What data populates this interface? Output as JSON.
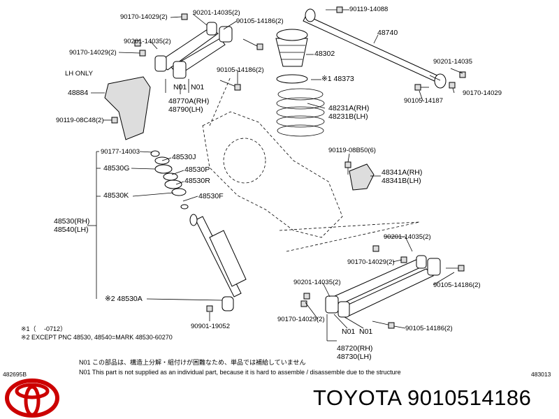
{
  "labels": {
    "p90170_14029_a": "90170-14029(2)",
    "p90201_14035_a": "90201-14035(2)",
    "p90105_14186_a": "90105-14186(2)",
    "p90119_14088": "90119-14088",
    "p48740": "48740",
    "p90201_14035_b": "90201-14035(2)",
    "p90170_14029_b": "90170-14029(2)",
    "p48302": "48302",
    "p90105_14186_b": "90105-14186(2)",
    "p148373": "※1 48373",
    "p90201_14035_c": "90201-14035",
    "p90170_14029_c": "90170-14029",
    "p90105_14187": "90105-14187",
    "lh_only": "LH ONLY",
    "p48884": "48884",
    "p90119_08c48": "90119-08C48(2)",
    "n01_a": "N01",
    "n01_b": "N01",
    "p48770": "48770A(RH)",
    "p48790": "48790(LH)",
    "p48231a": "48231A(RH)",
    "p48231b": "48231B(LH)",
    "p90177_14003": "90177-14003",
    "p48530j": "48530J",
    "p48530g": "48530G",
    "p48530p": "48530P",
    "p48530r": "48530R",
    "p48530k": "48530K",
    "p48530f": "48530F",
    "p90119_08b50": "90119-08B50(6)",
    "p48341a": "48341A(RH)",
    "p48341b": "48341B(LH)",
    "p48530rh": "48530(RH)",
    "p48540lh": "48540(LH)",
    "p90201_14035_d": "90201-14035(2)",
    "p90170_14029_d": "90170-14029(2)",
    "p90105_14186_c": "90105-14186(2)",
    "p90201_14035_e": "90201-14035(2)",
    "p248530a": "※2 48530A",
    "p90170_14029_e": "90170-14029(2)",
    "p90901_19052": "90901-19052",
    "n01_c": "N01",
    "n01_d": "N01",
    "p90105_14186_d": "90105-14186(2)",
    "p48720": "48720(RH)",
    "p48730": "48730(LH)"
  },
  "notes": {
    "note1": "※1（　 -0712）",
    "note2": "※2  EXCEPT PNC 48530, 48540=MARK 48530-60270",
    "n01_jp": "N01  この部品は、構造上分解・組付けが困難なため、単品では補給していません",
    "n01_en": "N01  This part is not supplied as an individual part, because it is hard to assemble / disassemble due to the structure"
  },
  "corner": {
    "left_code": "482695B",
    "right_code": "483013"
  },
  "brand_text": "TOYOTA 9010514186",
  "colors": {
    "logo": "#cc0000",
    "line": "#000000"
  },
  "icons": {
    "logo": "toyota-logo"
  }
}
